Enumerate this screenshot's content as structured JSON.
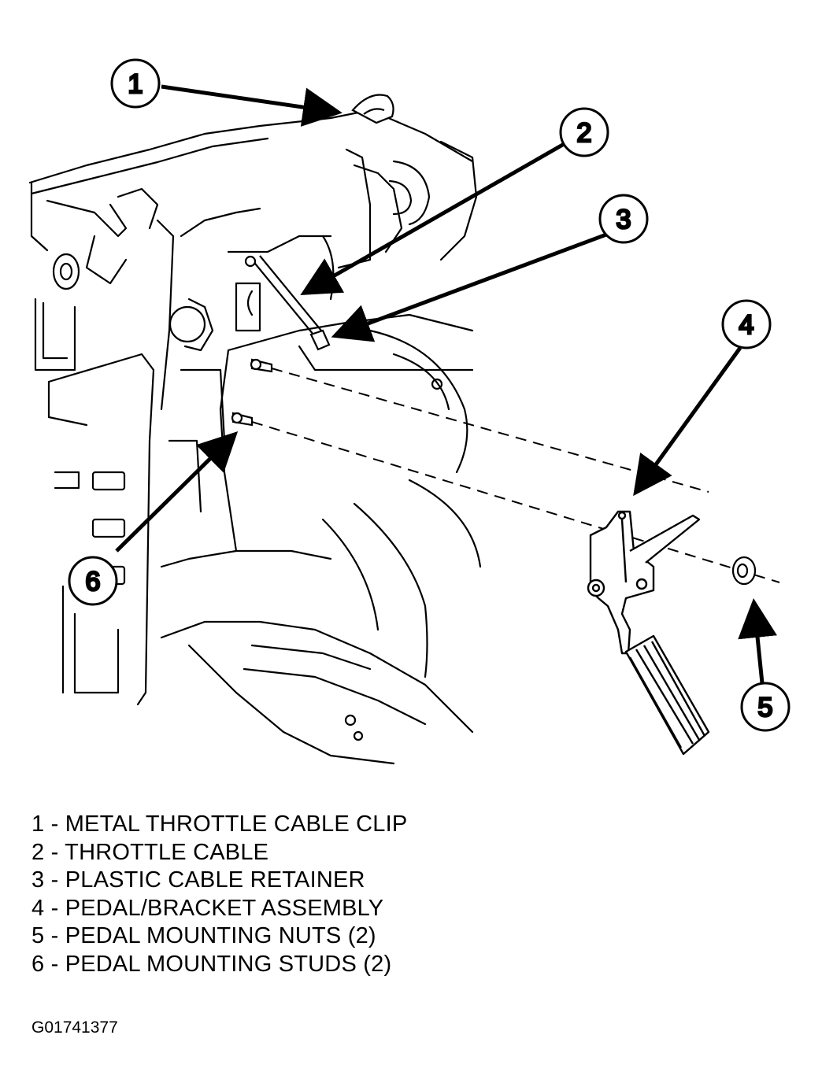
{
  "callouts": [
    "1",
    "2",
    "3",
    "4",
    "5",
    "6"
  ],
  "legend": [
    "1 - METAL THROTTLE CABLE CLIP",
    "2 - THROTTLE CABLE",
    "3 - PLASTIC CABLE RETAINER",
    "4 - PEDAL/BRACKET ASSEMBLY",
    "5 - PEDAL MOUNTING NUTS (2)",
    "6 - PEDAL MOUNTING STUDS (2)"
  ],
  "figure_id": "G01741377"
}
